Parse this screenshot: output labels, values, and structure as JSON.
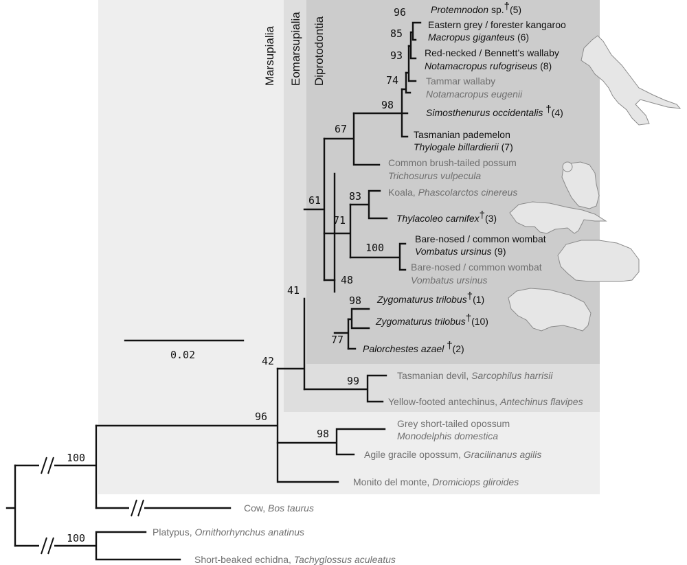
{
  "clades": [
    {
      "id": "marsupialia",
      "label": "Marsupialia"
    },
    {
      "id": "eomarsupialia",
      "label": "Eomarsupialia"
    },
    {
      "id": "diprotodontia",
      "label": "Diprotodontia"
    }
  ],
  "scale_bar": {
    "label": "0.02"
  },
  "support": [
    {
      "id": "protemnodon",
      "value": "96"
    },
    {
      "id": "giganteus",
      "value": "85"
    },
    {
      "id": "rufogriseus",
      "value": "93"
    },
    {
      "id": "eugenii",
      "value": "74"
    },
    {
      "id": "macropodidae",
      "value": "98"
    },
    {
      "id": "phalangerida",
      "value": "67"
    },
    {
      "id": "koala_thylacoleo",
      "value": "83"
    },
    {
      "id": "vombatiformes_a",
      "value": "71"
    },
    {
      "id": "wombats",
      "value": "100"
    },
    {
      "id": "diprotodontia",
      "value": "61"
    },
    {
      "id": "zygomaturus",
      "value": "98"
    },
    {
      "id": "vombatiformes_b",
      "value": "48"
    },
    {
      "id": "zyg_palorchestes",
      "value": "77"
    },
    {
      "id": "dasyuridae",
      "value": "99"
    },
    {
      "id": "eomarsupialia",
      "value": "41"
    },
    {
      "id": "australidelphia",
      "value": "42"
    },
    {
      "id": "didelphidae",
      "value": "98"
    },
    {
      "id": "marsupialia",
      "value": "96"
    },
    {
      "id": "theria",
      "value": "100"
    },
    {
      "id": "monotremata",
      "value": "100"
    }
  ],
  "taxa": [
    {
      "id": "protemnodon",
      "line1_common": "",
      "line1_italic": "Protemnodon",
      "line1_plain": " sp.",
      "dagger": "†",
      "note": "(5)",
      "line2_italic": "",
      "line2_note": "",
      "tone": "dark"
    },
    {
      "id": "giganteus",
      "line1_common": "Eastern grey / forester kangaroo",
      "line1_italic": "",
      "line1_plain": "",
      "dagger": "",
      "note": "",
      "line2_italic": "Macropus giganteus",
      "line2_note": " (6)",
      "tone": "dark"
    },
    {
      "id": "rufogriseus",
      "line1_common": "Red-necked / Bennett’s wallaby",
      "line1_italic": "",
      "line1_plain": "",
      "dagger": "",
      "note": "",
      "line2_italic": "Notamacropus rufogriseus",
      "line2_note": " (8)",
      "tone": "dark"
    },
    {
      "id": "eugenii",
      "line1_common": "Tammar wallaby",
      "line1_italic": "",
      "line1_plain": "",
      "dagger": "",
      "note": "",
      "line2_italic": "Notamacropus eugenii",
      "line2_note": "",
      "tone": "grey"
    },
    {
      "id": "simosthenurus",
      "line1_common": "",
      "line1_italic": "Simosthenurus occidentalis",
      "line1_plain": " ",
      "dagger": "†",
      "note": "(4)",
      "line2_italic": "",
      "line2_note": "",
      "tone": "dark"
    },
    {
      "id": "thylogale",
      "line1_common": "Tasmanian pademelon",
      "line1_italic": "",
      "line1_plain": "",
      "dagger": "",
      "note": "",
      "line2_italic": "Thylogale billardierii",
      "line2_note": " (7)",
      "tone": "dark"
    },
    {
      "id": "trichosurus",
      "line1_common": "Common brush-tailed possum",
      "line1_italic": "",
      "line1_plain": "",
      "dagger": "",
      "note": "",
      "line2_italic": "Trichosurus vulpecula",
      "line2_note": "",
      "tone": "grey"
    },
    {
      "id": "koala",
      "line1_common": "Koala, ",
      "line1_italic": "Phascolarctos cinereus",
      "line1_plain": "",
      "dagger": "",
      "note": "",
      "line2_italic": "",
      "line2_note": "",
      "tone": "grey"
    },
    {
      "id": "thylacoleo",
      "line1_common": "",
      "line1_italic": "Thylacoleo carnifex",
      "line1_plain": "",
      "dagger": "†",
      "note": "(3)",
      "line2_italic": "",
      "line2_note": "",
      "tone": "dark"
    },
    {
      "id": "wombat9",
      "line1_common": "Bare-nosed / common wombat",
      "line1_italic": "",
      "line1_plain": "",
      "dagger": "",
      "note": "",
      "line2_italic": "Vombatus ursinus",
      "line2_note": " (9)",
      "tone": "dark"
    },
    {
      "id": "wombat",
      "line1_common": "Bare-nosed / common wombat",
      "line1_italic": "",
      "line1_plain": "",
      "dagger": "",
      "note": "",
      "line2_italic": "Vombatus ursinus",
      "line2_note": "",
      "tone": "grey"
    },
    {
      "id": "zygomaturus1",
      "line1_common": "",
      "line1_italic": "Zygomaturus trilobus",
      "line1_plain": "",
      "dagger": "†",
      "note": "(1)",
      "line2_italic": "",
      "line2_note": "",
      "tone": "dark"
    },
    {
      "id": "zygomaturus10",
      "line1_common": "",
      "line1_italic": "Zygomaturus trilobus",
      "line1_plain": "",
      "dagger": "†",
      "note": "(10)",
      "line2_italic": "",
      "line2_note": "",
      "tone": "dark"
    },
    {
      "id": "palorchestes",
      "line1_common": "",
      "line1_italic": "Palorchestes azael",
      "line1_plain": " ",
      "dagger": "†",
      "note": "(2)",
      "line2_italic": "",
      "line2_note": "",
      "tone": "dark"
    },
    {
      "id": "sarcophilus",
      "line1_common": "Tasmanian devil, ",
      "line1_italic": "Sarcophilus harrisii",
      "line1_plain": "",
      "dagger": "",
      "note": "",
      "line2_italic": "",
      "line2_note": "",
      "tone": "grey"
    },
    {
      "id": "antechinus",
      "line1_common": "Yellow-footed antechinus, ",
      "line1_italic": "Antechinus flavipes",
      "line1_plain": "",
      "dagger": "",
      "note": "",
      "line2_italic": "",
      "line2_note": "",
      "tone": "grey"
    },
    {
      "id": "monodelphis",
      "line1_common": "Grey short-tailed opossum",
      "line1_italic": "",
      "line1_plain": "",
      "dagger": "",
      "note": "",
      "line2_italic": "Monodelphis domestica",
      "line2_note": "",
      "tone": "grey"
    },
    {
      "id": "gracilinanus",
      "line1_common": "Agile gracile opossum, ",
      "line1_italic": "Gracilinanus agilis",
      "line1_plain": "",
      "dagger": "",
      "note": "",
      "line2_italic": "",
      "line2_note": "",
      "tone": "grey"
    },
    {
      "id": "dromiciops",
      "line1_common": "Monito del monte, ",
      "line1_italic": "Dromiciops gliroides",
      "line1_plain": "",
      "dagger": "",
      "note": "",
      "line2_italic": "",
      "line2_note": "",
      "tone": "grey"
    },
    {
      "id": "bos",
      "line1_common": "Cow, ",
      "line1_italic": "Bos taurus",
      "line1_plain": "",
      "dagger": "",
      "note": "",
      "line2_italic": "",
      "line2_note": "",
      "tone": "grey"
    },
    {
      "id": "ornithorhynchus",
      "line1_common": "Platypus, ",
      "line1_italic": "Ornithorhynchus anatinus",
      "line1_plain": "",
      "dagger": "",
      "note": "",
      "line2_italic": "",
      "line2_note": "",
      "tone": "grey"
    },
    {
      "id": "tachyglossus",
      "line1_common": "Short-beaked echidna, ",
      "line1_italic": "Tachyglossus aculeatus",
      "line1_plain": "",
      "dagger": "",
      "note": "",
      "line2_italic": "",
      "line2_note": "",
      "tone": "grey"
    }
  ],
  "illustrations": [
    {
      "id": "kangaroo-illustration"
    },
    {
      "id": "koala-illustration"
    },
    {
      "id": "thylacoleo-illustration"
    },
    {
      "id": "wombat-illustration"
    },
    {
      "id": "zygomaturus-illustration"
    }
  ]
}
